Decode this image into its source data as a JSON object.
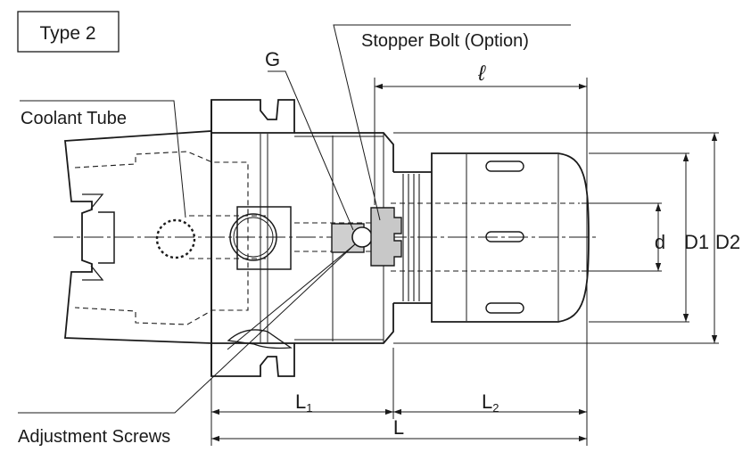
{
  "type_box": {
    "label": "Type 2"
  },
  "labels": {
    "coolant_tube": "Coolant Tube",
    "g": "G",
    "stopper_bolt": "Stopper Bolt (Option)",
    "adjustment_screws": "Adjustment Screws"
  },
  "dimensions": {
    "ell": "ℓ",
    "d": "d",
    "d1": "D1",
    "d2": "D2",
    "l1_base": "L",
    "l1_sub": "1",
    "l2_base": "L",
    "l2_sub": "2",
    "l": "L"
  },
  "colors": {
    "line": "#1a1a1a",
    "background": "#ffffff"
  }
}
